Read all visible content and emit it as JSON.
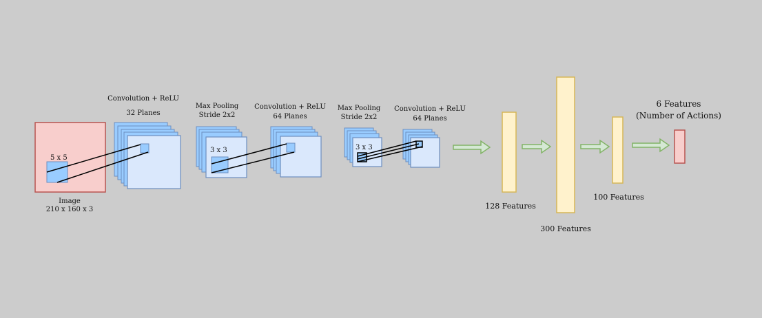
{
  "colors": {
    "background": "#cccccc",
    "input_fill": "#f8cecc",
    "input_stroke": "#b85450",
    "plane_back_fill": "#99ccff",
    "plane_front_fill": "#dae8fc",
    "plane_stroke": "#6c8ebf",
    "kernel_fill": "#99ccff",
    "fc_fill": "#fff2cc",
    "fc_stroke": "#d6b656",
    "output_fill": "#f8cecc",
    "output_stroke": "#b85450",
    "arrow_fill": "#d5e8d4",
    "arrow_stroke": "#82b366"
  },
  "input": {
    "label": "Image",
    "dims": "210 x 160 x 3",
    "kernel_label": "5 x 5"
  },
  "conv1": {
    "title": "Convolution + ReLU",
    "subtitle": "32 Planes"
  },
  "pool1": {
    "title": "Max Pooling",
    "subtitle": "Stride 2x2",
    "kernel_label": "3 x 3"
  },
  "conv2": {
    "title": "Convolution + ReLU",
    "subtitle": "64 Planes"
  },
  "pool2": {
    "title": "Max Pooling",
    "subtitle": "Stride 2x2",
    "kernel_label": "3 x 3"
  },
  "conv3": {
    "title": "Convolution + ReLU",
    "subtitle": "64 Planes"
  },
  "fc1": {
    "label": "128 Features"
  },
  "fc2": {
    "label": "300 Features"
  },
  "fc3": {
    "label": "100 Features"
  },
  "output": {
    "label_line1": "6 Features",
    "label_line2": "(Number of Actions)"
  }
}
